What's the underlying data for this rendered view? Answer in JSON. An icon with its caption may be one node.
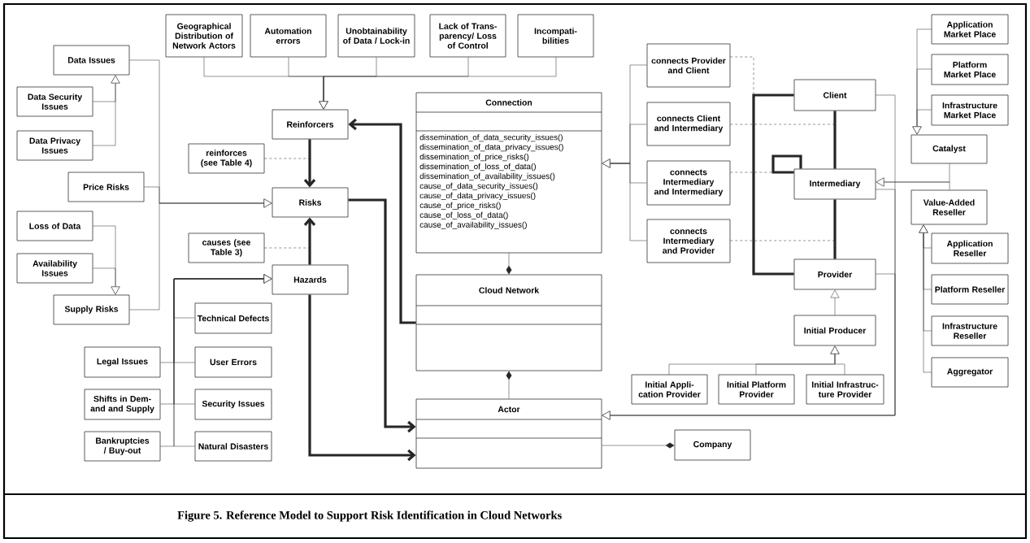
{
  "diagram": {
    "caption": "Figure 5. Reference Model to Support Risk Identification in Cloud Networks",
    "nodes": [
      {
        "text": [
          "Geographical Distribution of Network Actors"
        ]
      },
      {
        "text": [
          "Automation errors"
        ]
      },
      {
        "text": [
          "Unobtainability of Data / Lock-in"
        ]
      },
      {
        "text": [
          "Lack of Trans- parency/ Loss of Control"
        ]
      },
      {
        "text": [
          "Incompati- bilities"
        ]
      },
      {
        "text": [
          "Data Issues"
        ]
      },
      {
        "text": [
          "Data Security Issues"
        ]
      },
      {
        "text": [
          "Data Privacy Issues"
        ]
      },
      {
        "text": [
          "Price Risks"
        ]
      },
      {
        "text": [
          "Loss of Data"
        ]
      },
      {
        "text": [
          "Availability Issues"
        ]
      },
      {
        "text": [
          "Supply Risks"
        ]
      },
      {
        "text": [
          "Reinforcers"
        ]
      },
      {
        "text": [
          "reinforces (see Table 4)"
        ]
      },
      {
        "text": [
          "Risks"
        ]
      },
      {
        "text": [
          "causes (see Table 3)"
        ]
      },
      {
        "text": [
          "Hazards"
        ]
      },
      {
        "text": [
          "Technical Defects"
        ]
      },
      {
        "text": [
          "Legal Issues"
        ]
      },
      {
        "text": [
          "User Errors"
        ]
      },
      {
        "text": [
          "Shifts in Dem- and and Supply"
        ]
      },
      {
        "text": [
          "Security Issues"
        ]
      },
      {
        "text": [
          "Bankruptcies / Buy-out"
        ]
      },
      {
        "text": [
          "Natural Disasters"
        ]
      },
      {
        "text": [
          "Connection",
          "dissemination_of_data_security_issues()",
          "dissemination_of_data_privacy_issues()",
          "dissemination_of_price_risks()",
          "dissemination_of_loss_of_data()",
          "dissemination_of_availability_issues()",
          "cause_of_data_security_issues()",
          "cause_of_data_privacy_issues()",
          "cause_of_price_risks()",
          "cause_of_loss_of_data()",
          "cause_of_availability_issues()"
        ]
      },
      {
        "text": [
          "connects Provider and Client"
        ]
      },
      {
        "text": [
          "connects Client and Intermediary"
        ]
      },
      {
        "text": [
          "connects Intermediary and Intermediary"
        ]
      },
      {
        "text": [
          "connects Intermediary and Provider"
        ]
      },
      {
        "text": [
          "Cloud Network"
        ]
      },
      {
        "text": [
          "Actor"
        ]
      },
      {
        "text": [
          "Company"
        ]
      },
      {
        "text": [
          "Client"
        ]
      },
      {
        "text": [
          "Intermediary"
        ]
      },
      {
        "text": [
          "Provider"
        ]
      },
      {
        "text": [
          "Initial Producer"
        ]
      },
      {
        "text": [
          "Initial Appli- cation Provider"
        ]
      },
      {
        "text": [
          "Initial Platform Provider"
        ]
      },
      {
        "text": [
          "Initial Infrastruc- ture Provider"
        ]
      },
      {
        "text": [
          "Application Market Place"
        ]
      },
      {
        "text": [
          "Platform Market Place"
        ]
      },
      {
        "text": [
          "Infrastructure Market Place"
        ]
      },
      {
        "text": [
          "Catalyst"
        ]
      },
      {
        "text": [
          "Value-Added Reseller"
        ]
      },
      {
        "text": [
          "Application Reseller"
        ]
      },
      {
        "text": [
          "Platform Reseller"
        ]
      },
      {
        "text": [
          "Infrastructure Reseller"
        ]
      },
      {
        "text": [
          "Aggregator"
        ]
      }
    ],
    "edges": [
      {
        "from": 0,
        "to": 12,
        "arrow": "to"
      },
      {
        "from": 1,
        "to": 12,
        "arrow": "to"
      },
      {
        "from": 2,
        "to": 12,
        "arrow": "to"
      },
      {
        "from": 3,
        "to": 12,
        "arrow": "to"
      },
      {
        "from": 4,
        "to": 12,
        "arrow": "to"
      },
      {
        "from": 6,
        "to": 5,
        "arrow": "to"
      },
      {
        "from": 7,
        "to": 5,
        "arrow": "to"
      },
      {
        "from": 9,
        "to": 11,
        "arrow": "to"
      },
      {
        "from": 10,
        "to": 11,
        "arrow": "to"
      },
      {
        "from": 5,
        "to": 14,
        "arrow": "to"
      },
      {
        "from": 8,
        "to": 14,
        "arrow": "to"
      },
      {
        "from": 11,
        "to": 14,
        "arrow": "to"
      },
      {
        "from": 12,
        "to": 14,
        "arrow": "to",
        "style": "thick"
      },
      {
        "from": 13,
        "to": null,
        "arrow": "none",
        "style": "dashed"
      },
      {
        "from": 16,
        "to": 14,
        "arrow": "to",
        "style": "thick"
      },
      {
        "from": 15,
        "to": null,
        "arrow": "none",
        "style": "dashed"
      },
      {
        "from": 17,
        "to": 16,
        "arrow": "to"
      },
      {
        "from": 18,
        "to": 16,
        "arrow": "to"
      },
      {
        "from": 19,
        "to": 16,
        "arrow": "to"
      },
      {
        "from": 20,
        "to": 16,
        "arrow": "to"
      },
      {
        "from": 21,
        "to": 16,
        "arrow": "to"
      },
      {
        "from": 22,
        "to": 16,
        "arrow": "to"
      },
      {
        "from": 23,
        "to": 16,
        "arrow": "to"
      },
      {
        "from": 14,
        "to": 30,
        "arrow": "to",
        "style": "thick"
      },
      {
        "from": 16,
        "to": 30,
        "arrow": "to",
        "style": "thick"
      },
      {
        "from": 29,
        "to": 12,
        "arrow": "to",
        "style": "thick"
      },
      {
        "from": 24,
        "to": 29,
        "arrow": "other"
      },
      {
        "from": 30,
        "to": 29,
        "arrow": "other"
      },
      {
        "from": 30,
        "to": 31,
        "arrow": "other"
      },
      {
        "from": 25,
        "to": 24,
        "arrow": "to"
      },
      {
        "from": 26,
        "to": 24,
        "arrow": "to"
      },
      {
        "from": 27,
        "to": 24,
        "arrow": "to"
      },
      {
        "from": 28,
        "to": 24,
        "arrow": "to"
      },
      {
        "from": 25,
        "to": null,
        "arrow": "none",
        "style": "dashed"
      },
      {
        "from": 26,
        "to": null,
        "arrow": "none",
        "style": "dashed"
      },
      {
        "from": 27,
        "to": null,
        "arrow": "none",
        "style": "dashed"
      },
      {
        "from": 28,
        "to": null,
        "arrow": "none",
        "style": "dashed"
      },
      {
        "from": 32,
        "to": 34,
        "arrow": "none",
        "style": "thick"
      },
      {
        "from": 32,
        "to": 33,
        "arrow": "none",
        "style": "thick"
      },
      {
        "from": 33,
        "to": 34,
        "arrow": "none",
        "style": "thick"
      },
      {
        "from": 33,
        "to": 33,
        "arrow": "none",
        "style": "thick"
      },
      {
        "from": 32,
        "to": 30,
        "arrow": "to"
      },
      {
        "from": 33,
        "to": 30,
        "arrow": "to"
      },
      {
        "from": 34,
        "to": 30,
        "arrow": "to"
      },
      {
        "from": 35,
        "to": 34,
        "arrow": "to"
      },
      {
        "from": 36,
        "to": 35,
        "arrow": "to"
      },
      {
        "from": 37,
        "to": 35,
        "arrow": "to"
      },
      {
        "from": 38,
        "to": 35,
        "arrow": "to"
      },
      {
        "from": 39,
        "to": 42,
        "arrow": "to"
      },
      {
        "from": 40,
        "to": 42,
        "arrow": "to"
      },
      {
        "from": 41,
        "to": 42,
        "arrow": "to"
      },
      {
        "from": 42,
        "to": 33,
        "arrow": "to"
      },
      {
        "from": 43,
        "to": 33,
        "arrow": "to"
      },
      {
        "from": 44,
        "to": 43,
        "arrow": "to"
      },
      {
        "from": 45,
        "to": 43,
        "arrow": "to"
      },
      {
        "from": 46,
        "to": 43,
        "arrow": "to"
      },
      {
        "from": 47,
        "to": 43,
        "arrow": "to"
      }
    ]
  }
}
